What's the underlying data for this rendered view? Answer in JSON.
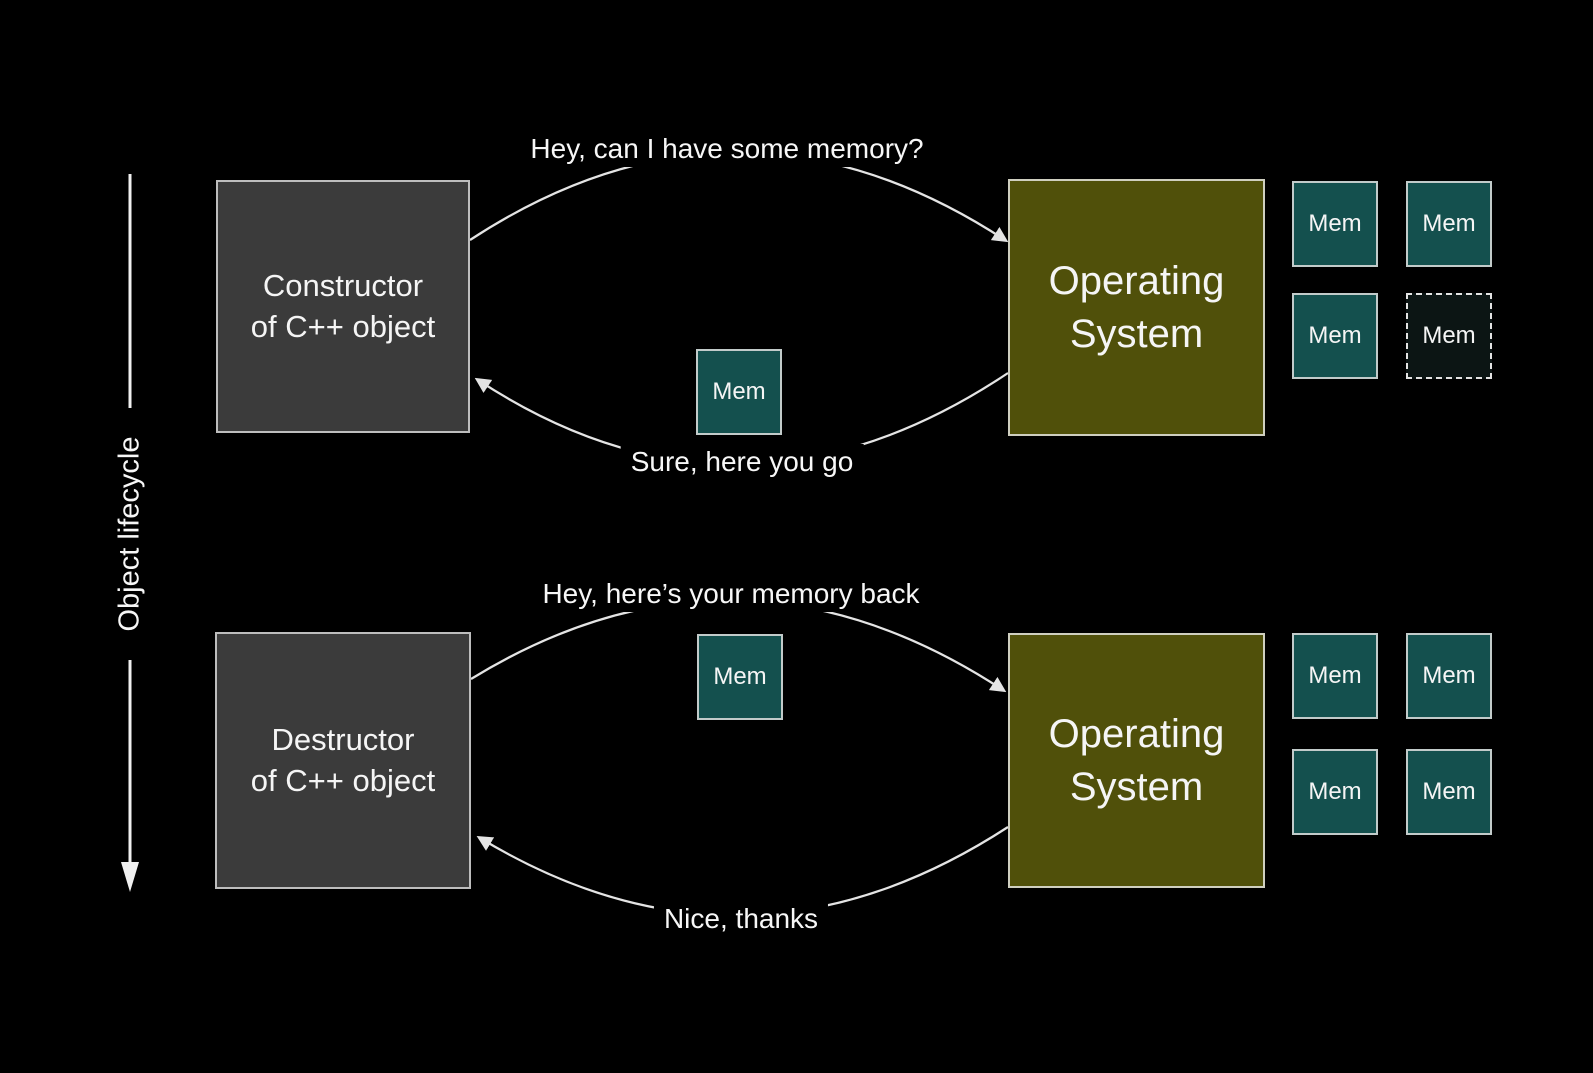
{
  "diagram": {
    "lifecycle_axis": {
      "label": "Object lifecycle"
    },
    "allocation": {
      "actor_box": {
        "label": "Constructor\nof C++ object"
      },
      "os_box": {
        "label": "Operating\nSystem"
      },
      "request_message": "Hey, can I have some memory?",
      "response_message": "Sure, here you go",
      "transfer_chip": {
        "label": "Mem"
      },
      "memory_pool": {
        "chips": [
          {
            "label": "Mem",
            "style": "solid"
          },
          {
            "label": "Mem",
            "style": "solid"
          },
          {
            "label": "Mem",
            "style": "solid"
          },
          {
            "label": "Mem",
            "style": "dashed"
          }
        ]
      }
    },
    "deallocation": {
      "actor_box": {
        "label": "Destructor\nof C++ object"
      },
      "os_box": {
        "label": "Operating\nSystem"
      },
      "request_message": "Hey, here’s your memory back",
      "response_message": "Nice, thanks",
      "transfer_chip": {
        "label": "Mem"
      },
      "memory_pool": {
        "chips": [
          {
            "label": "Mem",
            "style": "solid"
          },
          {
            "label": "Mem",
            "style": "solid"
          },
          {
            "label": "Mem",
            "style": "solid"
          },
          {
            "label": "Mem",
            "style": "solid"
          }
        ]
      }
    },
    "colors": {
      "background": "#000000",
      "actor_box_fill": "#3b3b3b",
      "os_box_fill": "#50500a",
      "mem_chip_fill": "#14504e",
      "dashed_chip_fill": "#0c1514",
      "box_border": "#c8c8c8",
      "arrow": "#e4e4e4",
      "text": "#f5f5f5"
    }
  }
}
